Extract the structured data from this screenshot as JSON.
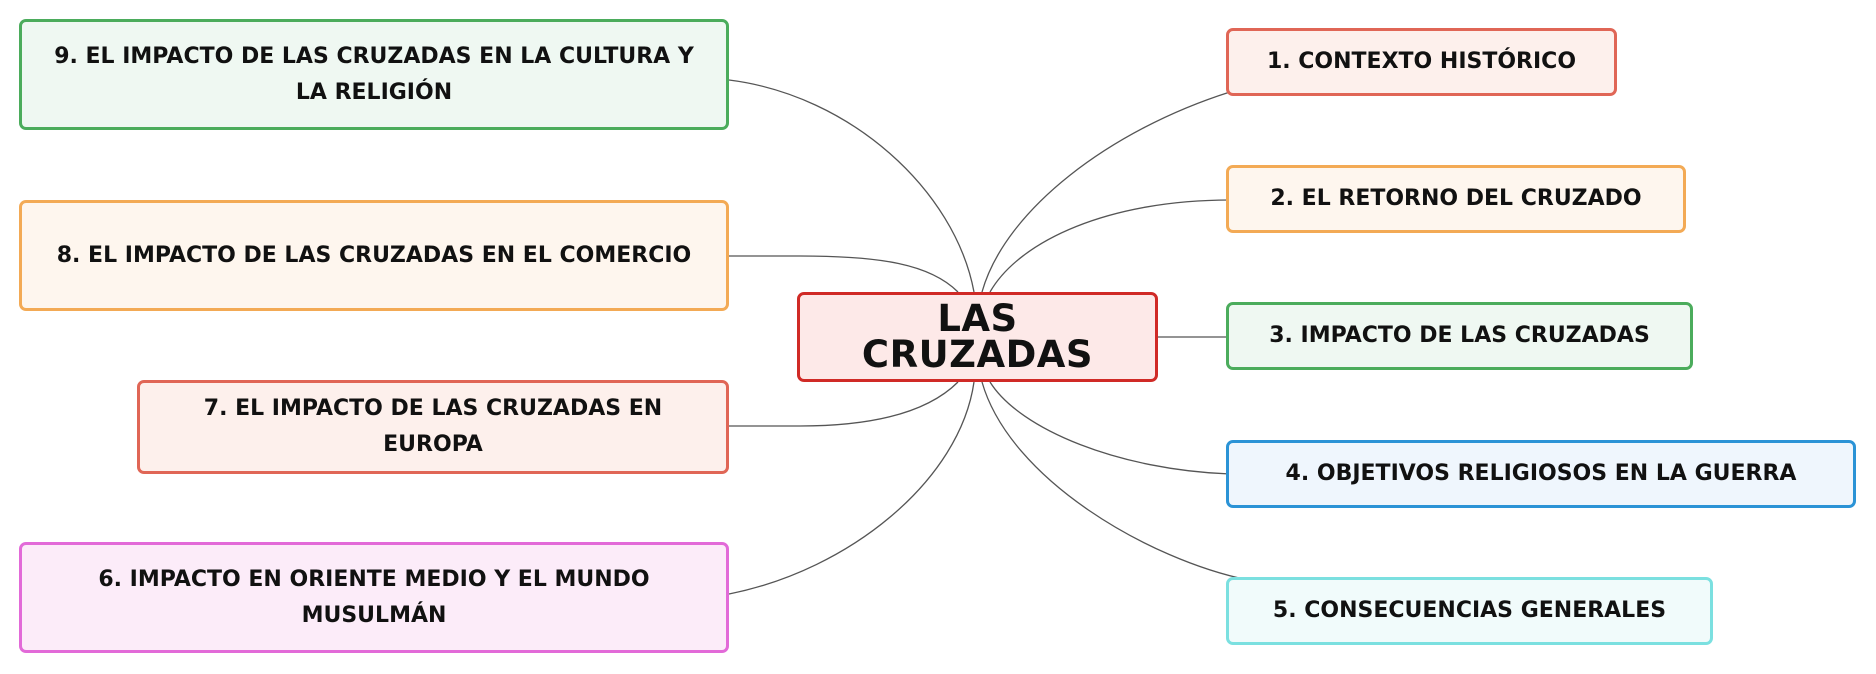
{
  "mindmap": {
    "center": {
      "label": "LAS CRUZADAS",
      "color": "#d02a26"
    },
    "topics": [
      {
        "id": "t1",
        "label": "1. CONTEXTO HISTÓRICO",
        "color": "#e06656"
      },
      {
        "id": "t2",
        "label": "2. EL RETORNO DEL CRUZADO",
        "color": "#f3aa55"
      },
      {
        "id": "t3",
        "label": "3. IMPACTO DE LAS CRUZADAS",
        "color": "#4bac5c"
      },
      {
        "id": "t4",
        "label": "4. OBJETIVOS RELIGIOSOS EN LA GUERRA",
        "color": "#2b93d6"
      },
      {
        "id": "t5",
        "label": "5. CONSECUENCIAS GENERALES",
        "color": "#7be0e0"
      },
      {
        "id": "t6",
        "label": "6. IMPACTO EN ORIENTE MEDIO Y EL MUNDO MUSULMÁN",
        "color": "#e26ad8"
      },
      {
        "id": "t7",
        "label": "7. EL IMPACTO DE LAS CRUZADAS EN EUROPA",
        "color": "#e06656"
      },
      {
        "id": "t8",
        "label": "8. EL IMPACTO DE LAS CRUZADAS EN EL COMERCIO",
        "color": "#f3aa55"
      },
      {
        "id": "t9",
        "label": "9. EL IMPACTO DE LAS CRUZADAS EN LA CULTURA Y LA RELIGIÓN",
        "color": "#4bac5c"
      }
    ],
    "connector_color": "#555555"
  }
}
